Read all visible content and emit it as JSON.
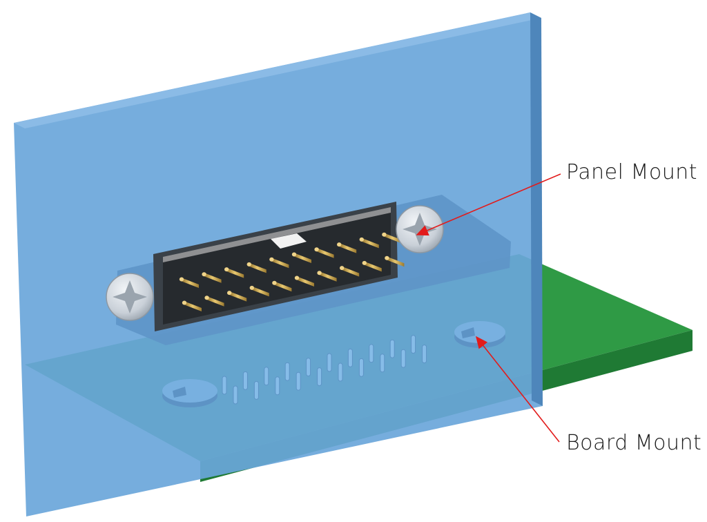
{
  "labels": {
    "panel_mount": "Panel Mount",
    "board_mount": "Board Mount"
  },
  "colors": {
    "panel": "#6aa6da",
    "panel_edge": "#4e86bb",
    "board_top": "#2f9a45",
    "board_edge": "#1f7a34",
    "connector_body": "#2b2b2b",
    "pin": "#c9a24a",
    "screw": "#cfd6de",
    "arrow": "#e21b1b"
  },
  "connector": {
    "pin_rows": 2,
    "pins_per_row": 10
  }
}
